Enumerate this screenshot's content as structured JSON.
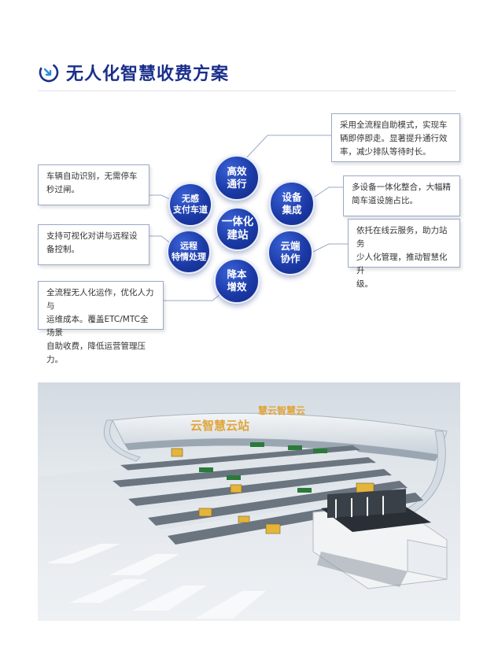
{
  "header": {
    "title": "无人化智慧收费方案",
    "icon": "circle-arrow-icon",
    "accent_color": "#1a2f8a"
  },
  "diagram": {
    "center": {
      "line1": "一体化",
      "line2": "建站"
    },
    "nodes": {
      "efficient_pass": {
        "line1": "高效",
        "line2": "通行"
      },
      "device_integration": {
        "line1": "设备",
        "line2": "集成"
      },
      "cloud_collab": {
        "line1": "云端",
        "line2": "协作"
      },
      "cost_reduction": {
        "line1": "降本",
        "line2": "增效"
      },
      "remote_handling": {
        "line1": "远程",
        "line2": "特情处理"
      },
      "senseless_payment": {
        "line1": "无感",
        "line2": "支付车道"
      }
    },
    "callouts": {
      "efficient_pass": {
        "line1": "采用全流程自助模式，实现车",
        "line2": "辆即停即走。显著提升通行效",
        "line3": "率，减少排队等待时长。"
      },
      "device_integration": {
        "line1": "多设备一体化整合，大幅精",
        "line2": "简车道设施占比。"
      },
      "cloud_collab": {
        "line1": "依托在线云服务，助力站务",
        "line2": "少人化管理，推动智慧化升",
        "line3": "级。"
      },
      "senseless_payment": {
        "line1": "车辆自动识别，无需停车",
        "line2": "秒过闸。"
      },
      "remote_handling": {
        "line1": "支持可视化对讲与远程设",
        "line2": "备控制。"
      },
      "cost_reduction": {
        "line1": "全流程无人化运作，优化人力与",
        "line2": "运维成本。覆盖ETC/MTC全场景",
        "line3": "自助收费，降低运营管理压力。"
      }
    },
    "colors": {
      "node": "#1b3aa6",
      "line": "#9aa8c8"
    }
  },
  "scene": {
    "canopy_sign_front": "云智慧云站",
    "canopy_sign_back": "慧云智慧云"
  }
}
